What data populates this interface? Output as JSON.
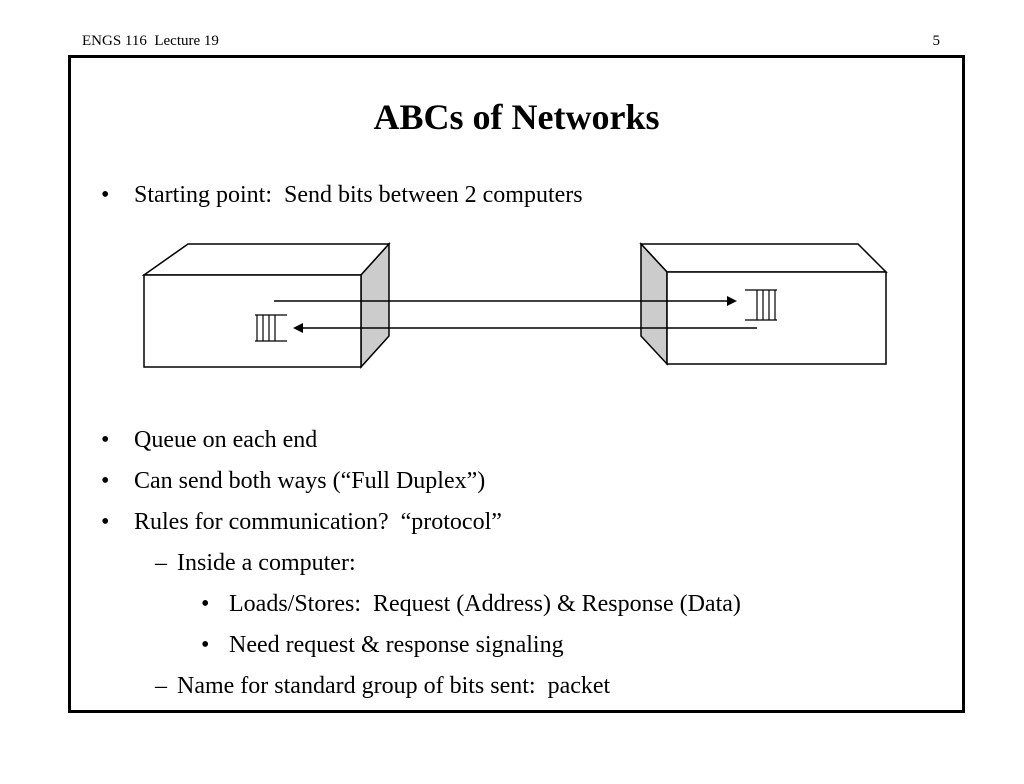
{
  "header": {
    "course": "ENGS 116  Lecture 19",
    "page_number": "5"
  },
  "slide": {
    "title": "ABCs of Networks",
    "bullets": [
      {
        "level": 1,
        "marker": "•",
        "text": "Starting point:  Send bits between 2 computers"
      },
      {
        "level": 1,
        "marker": "•",
        "text": "Queue on each end"
      },
      {
        "level": 1,
        "marker": "•",
        "text": "Can send both ways (“Full Duplex”)"
      },
      {
        "level": 1,
        "marker": "•",
        "text": "Rules for communication?  “protocol”"
      },
      {
        "level": 2,
        "marker": "–",
        "text": "Inside a computer:"
      },
      {
        "level": 3,
        "marker": "•",
        "text": "Loads/Stores:  Request (Address) & Response (Data)"
      },
      {
        "level": 3,
        "marker": "•",
        "text": "Need request & response signaling"
      },
      {
        "level": 2,
        "marker": "–",
        "text": "Name for standard group of bits sent:  packet"
      }
    ]
  },
  "diagram": {
    "left_computer": "box-icon",
    "right_computer": "box-icon",
    "queue_icon": "queue-icon",
    "side_face_color": "#cccccc"
  }
}
